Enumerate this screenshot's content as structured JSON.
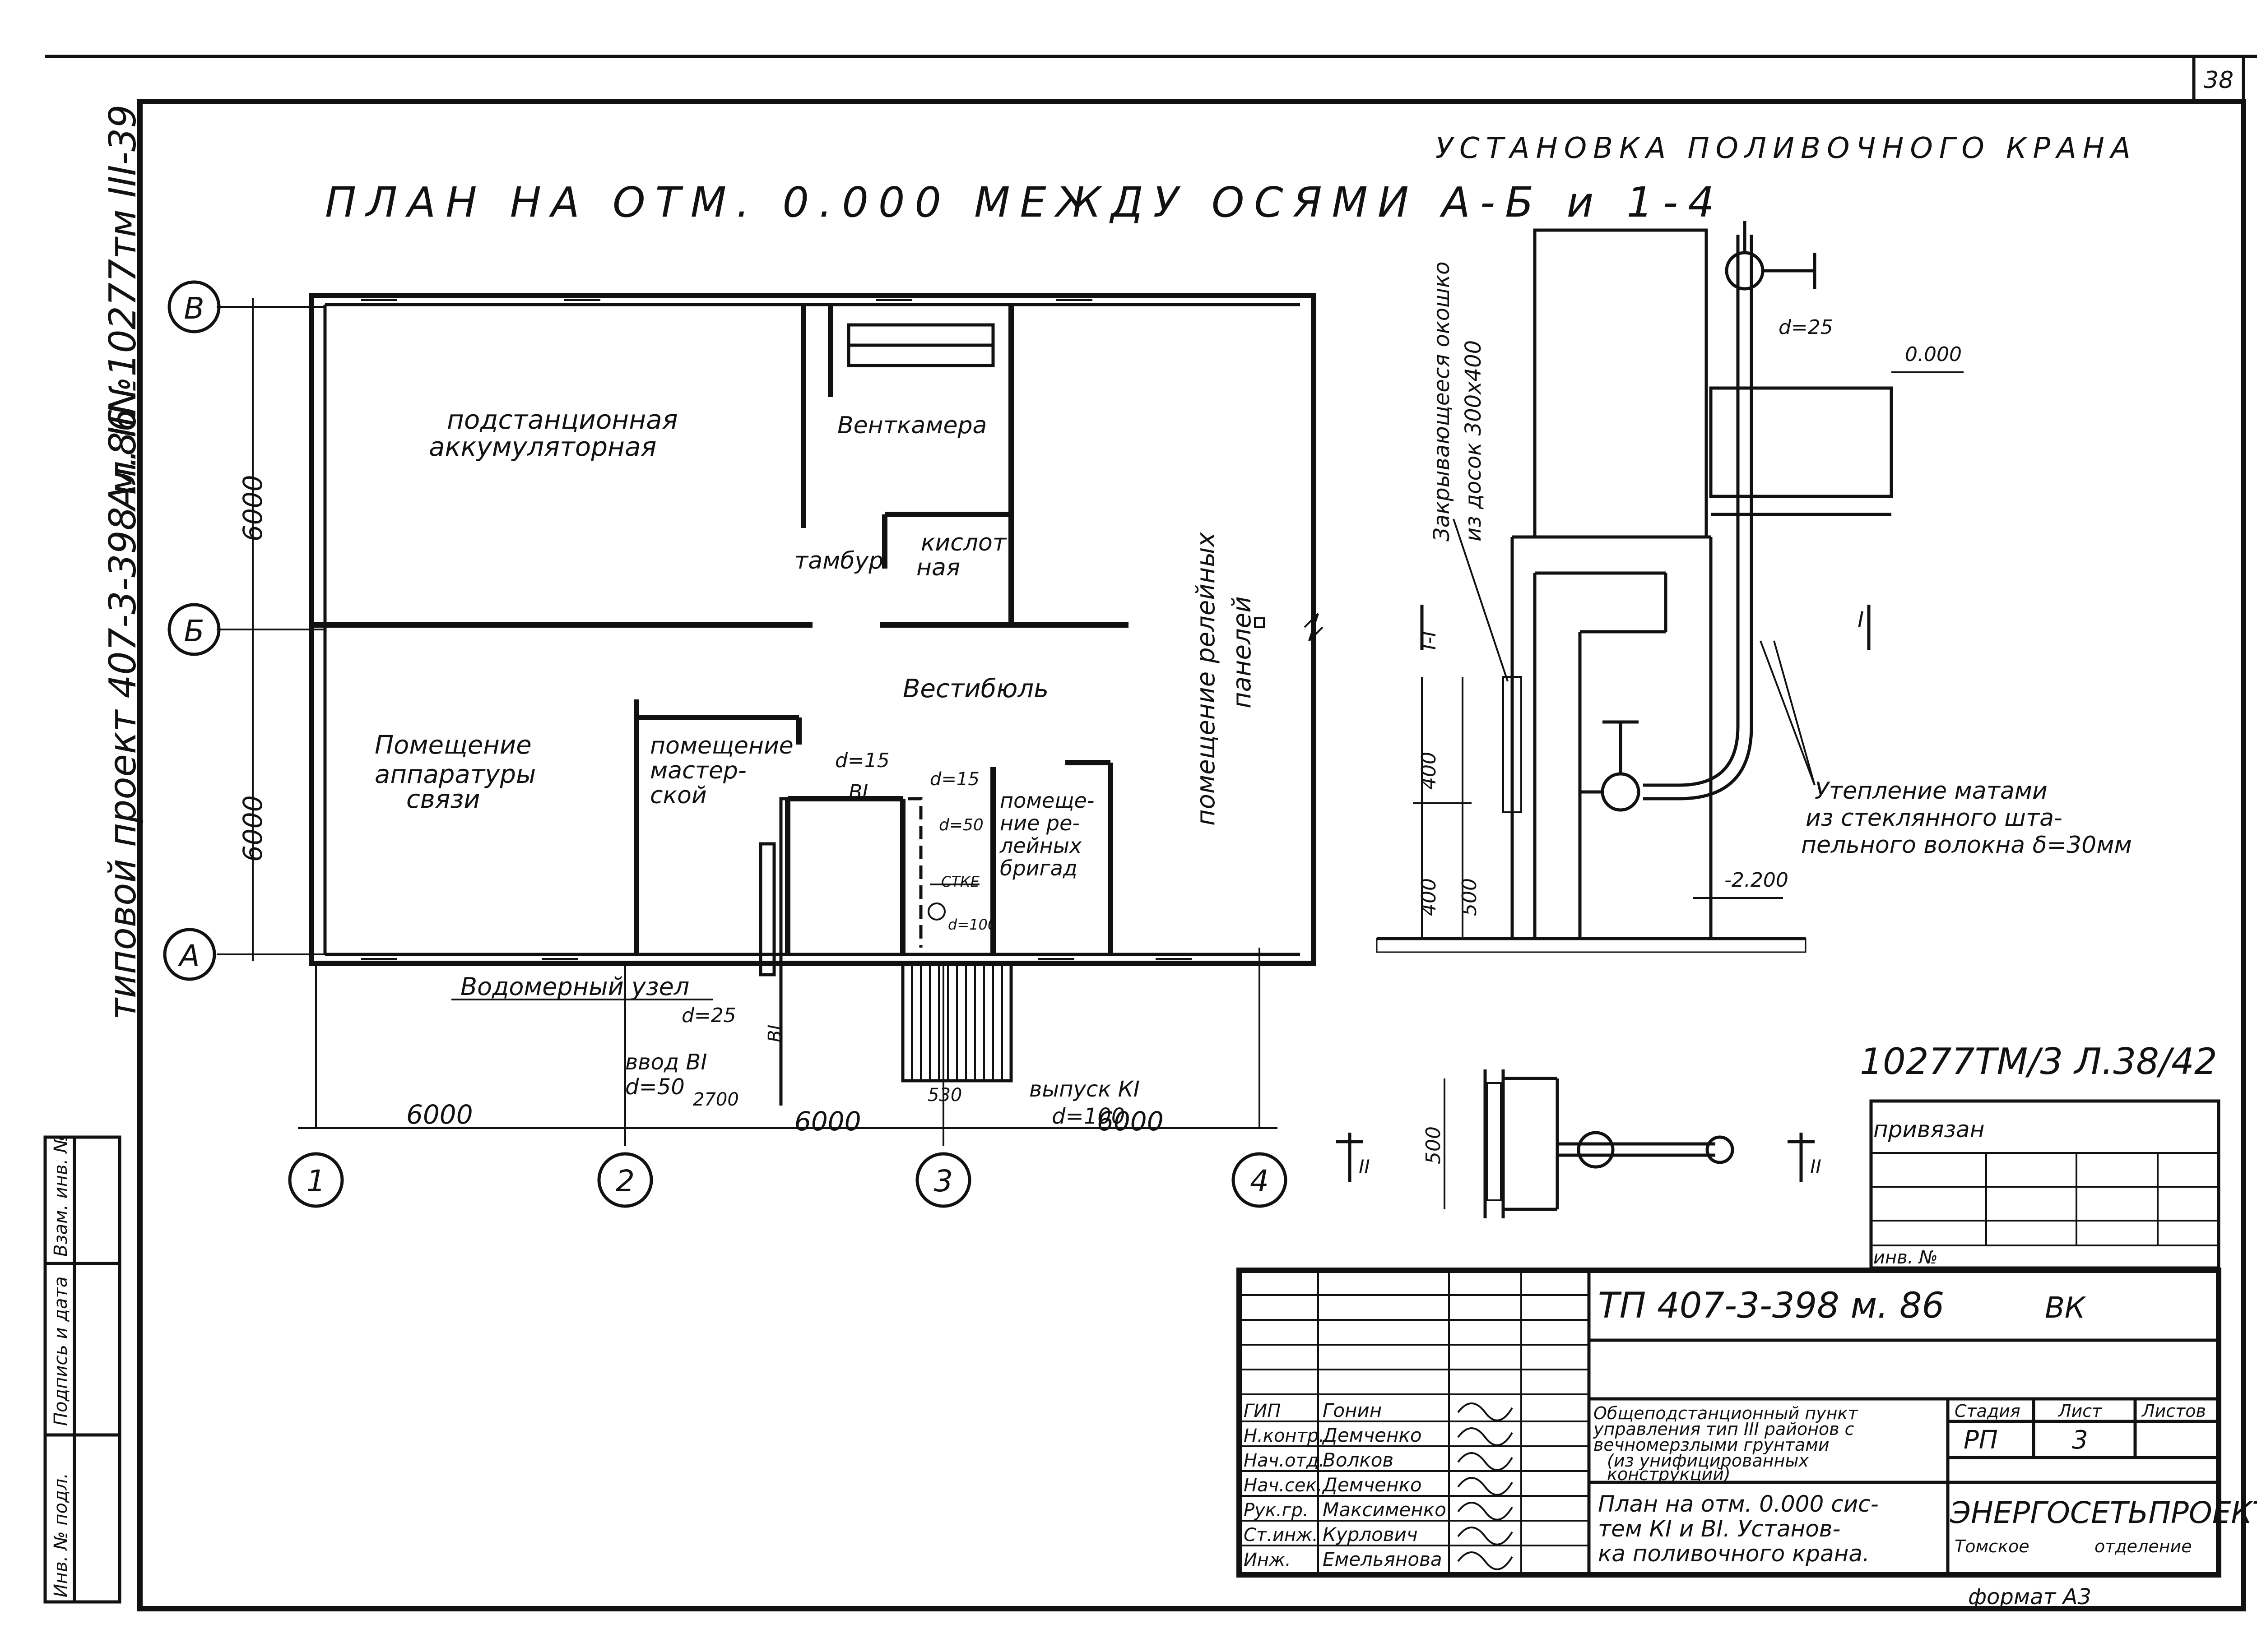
{
  "sheet_number": "38",
  "plan": {
    "title": "ПЛАН НА ОТМ. 0.000 МЕЖДУ ОСЯМИ А-Б и 1-4",
    "axes": {
      "rows": [
        "В",
        "Б",
        "А"
      ],
      "cols": [
        "1",
        "2",
        "3",
        "4"
      ]
    },
    "dim_rows": [
      "6000",
      "6000"
    ],
    "dim_cols": [
      "6000",
      "6000",
      "6000"
    ],
    "rooms": {
      "battery_1": "подстанционная",
      "battery_2": "аккумуляторная",
      "vent": "Венткамера",
      "acid_1": "кислот",
      "acid_2": "ная",
      "vestibule_small": "тамбур",
      "relay_1": "помещение релейных",
      "relay_2": "панелей",
      "lobby": "Вестибюль",
      "comm_1": "Помещение",
      "comm_2": "аппаратуры",
      "comm_3": "связи",
      "workshop_1": "помещение",
      "workshop_2": "мастер-",
      "workshop_3": "ской",
      "brigade_1": "помеще-",
      "brigade_2": "ние ре-",
      "brigade_3": "лейных",
      "brigade_4": "бригад"
    },
    "labels": {
      "meter": "Водомерный узел",
      "d25": "d=25",
      "d15a": "d=15",
      "bi": "BI",
      "d15b": "d=15",
      "d50": "d=50",
      "d100": "d=100",
      "ctk": "СТКЕ",
      "inlet_1": "ввод ВI",
      "inlet_2": "d=50",
      "inlet_dim": "2700",
      "dim_530": "530",
      "outlet_1": "выпуск КI",
      "outlet_2": "d=100",
      "bi_vert": "BI"
    }
  },
  "tap": {
    "title": "УСТАНОВКА ПОЛИВОЧНОГО КРАНА",
    "window_1": "Закрывающееся окошко",
    "window_2": "из досок 300х400",
    "d25": "d=25",
    "level_top": "0.000",
    "level_bottom": "-2.200",
    "insul_1": "Утепление матами",
    "insul_2": "из стеклянного шта-",
    "insul_3": "пельного волокна δ=30мм",
    "dim_400a": "400",
    "dim_400b": "400",
    "dim_500": "500",
    "section": "I-I",
    "section_mark": "I",
    "plan_dim": "500",
    "plan_section_mark": "II"
  },
  "handwritten_ref": "10277ТМ/3 Л.38/42",
  "stamp_side": {
    "title": "привязан",
    "inv": "инв. №"
  },
  "left_margin": {
    "project": "типовой проект 407-3-398 м.86",
    "album": "Ал. III",
    "inv_ref": "№10277тм III-39",
    "stamp_1": "Инв. № подл.",
    "stamp_2": "Подпись и дата",
    "stamp_3": "Взам. инв. №"
  },
  "title_block": {
    "code": "ТП 407-3-398 м. 86",
    "section": "ВК",
    "staff": [
      {
        "role": "ГИП",
        "name": "Гонин"
      },
      {
        "role": "Н.контр.",
        "name": "Демченко"
      },
      {
        "role": "Нач.отд.",
        "name": "Волков"
      },
      {
        "role": "Нач.сек.",
        "name": "Демченко"
      },
      {
        "role": "Рук.гр.",
        "name": "Максименко"
      },
      {
        "role": "Ст.инж.",
        "name": "Курлович"
      },
      {
        "role": "Инж.",
        "name": "Емельянова"
      }
    ],
    "description_1": "Общеподстанционный пункт",
    "description_2": "управления тип III районов с",
    "description_3": "вечномерзлыми грунтами",
    "description_4": "(из унифицированных",
    "description_5": "конструкций)",
    "sheet_title_1": "План на отм. 0.000 сис-",
    "sheet_title_2": "тем КI и ВI. Установ-",
    "sheet_title_3": "ка поливочного крана.",
    "stage_label": "Стадия",
    "sheet_label": "Лист",
    "sheets_label": "Листов",
    "stage": "РП",
    "sheet": "3",
    "org": "ЭНЕРГОСЕТЬПРОЕКТ",
    "branch_1": "Томское",
    "branch_2": "отделение",
    "format": "формат А3"
  }
}
